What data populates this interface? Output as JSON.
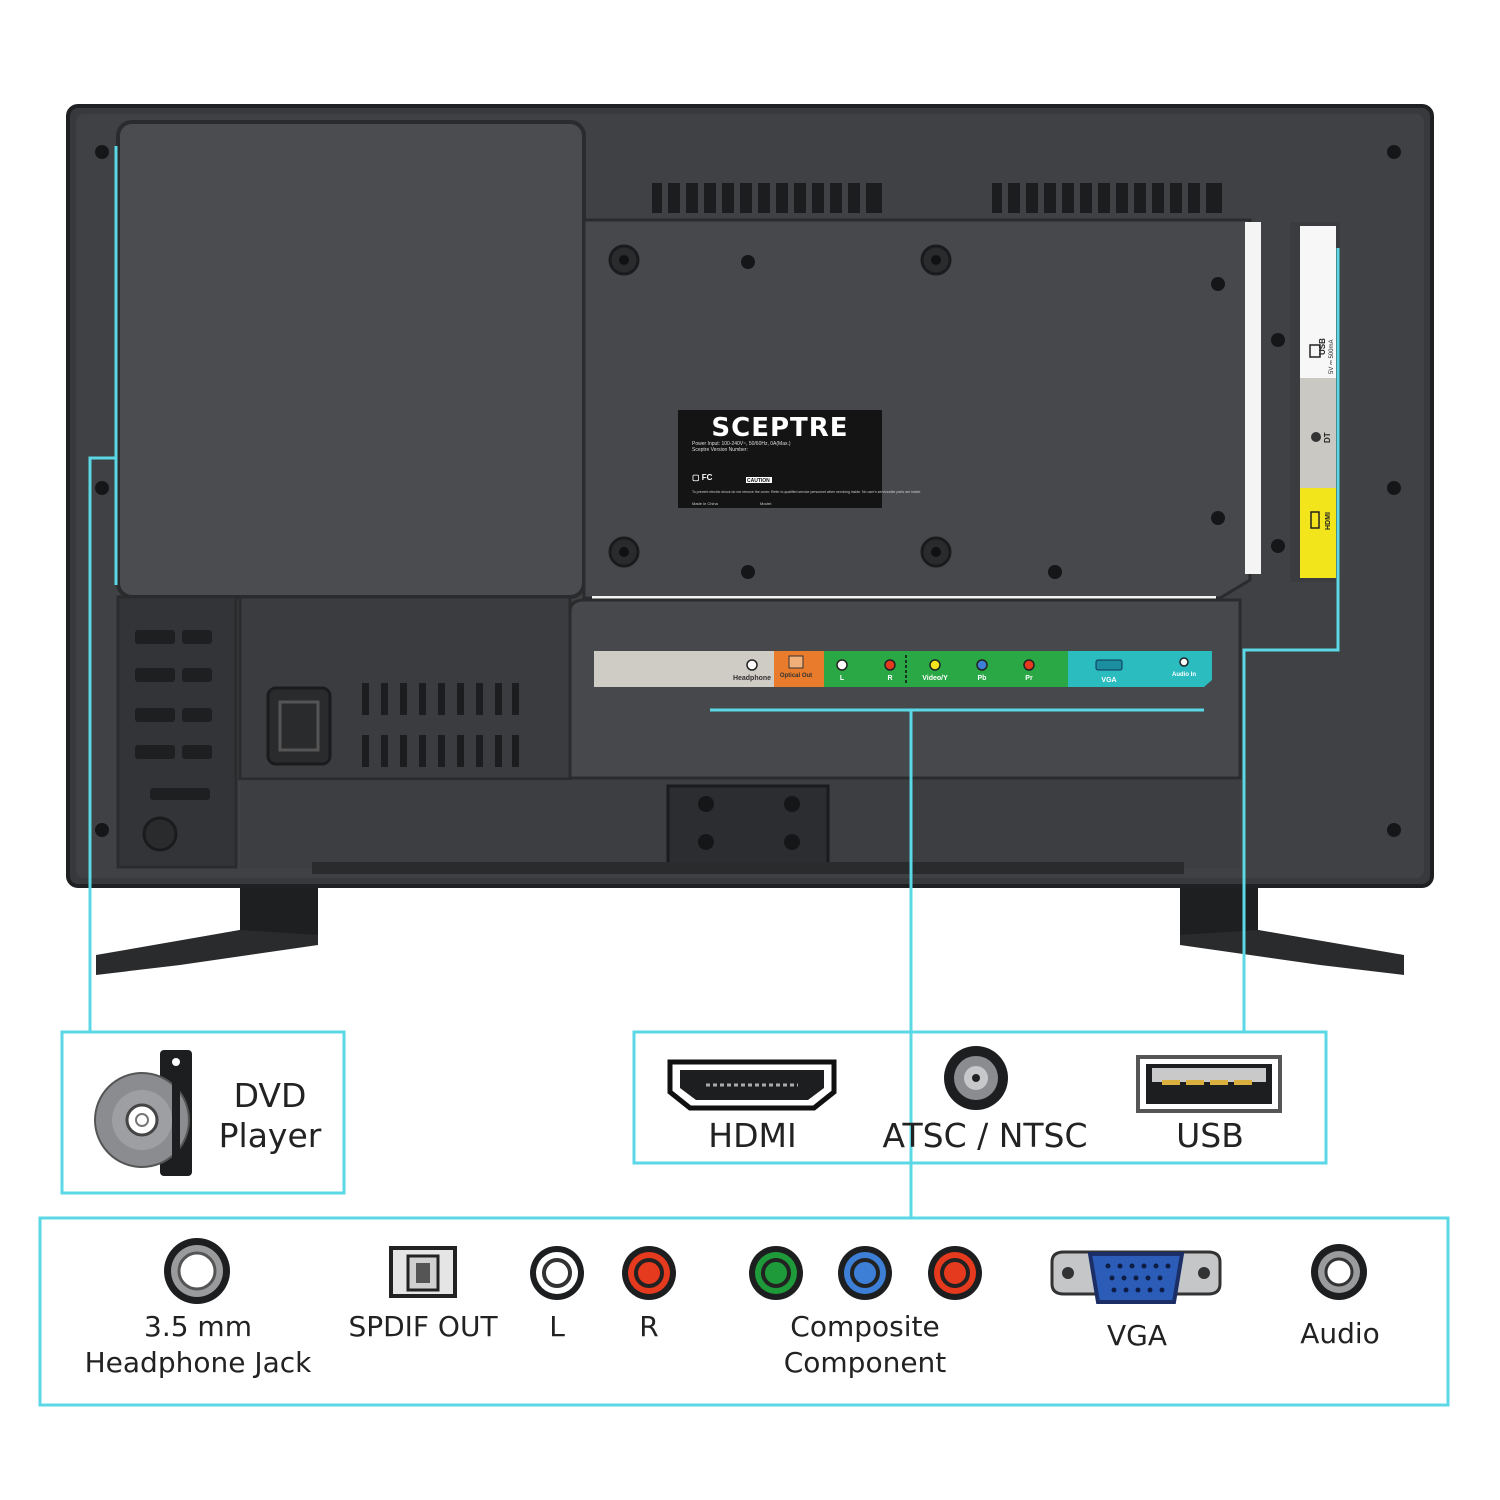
{
  "brand": "SCEPTRE",
  "label_plate": {
    "power_input": "Power Input: 100-240V~, 50/60Hz, 0A(Max.)",
    "version": "Sceptre Version Number:",
    "caution_title": "CAUTION",
    "caution_text": "To prevent electric shock do not remove the cover. Refer to qualified service personnel when servicing inside. No user's serviceable parts are inside.",
    "made_in": "Made in China",
    "model": "Model:"
  },
  "bottom_panel": {
    "headphone": "Headphone",
    "optical": "Optical Out",
    "l": "L",
    "r": "R",
    "video_y": "Video/Y",
    "pb": "Pb",
    "pr": "Pr",
    "vga": "VGA",
    "audio_in": "Audio In"
  },
  "side_panel": {
    "usb": "USB",
    "usb_rating": "5V ⎓ 500mA",
    "dt": "DT",
    "hdmi": "HDMI"
  },
  "callouts": {
    "dvd_line1": "DVD",
    "dvd_line2": "Player",
    "hdmi": "HDMI",
    "atsc": "ATSC / NTSC",
    "usb": "USB",
    "headphone_line1": "3.5 mm",
    "headphone_line2": "Headphone Jack",
    "spdif": "SPDIF OUT",
    "l": "L",
    "r": "R",
    "composite_line1": "Composite",
    "composite_line2": "Component",
    "vga": "VGA",
    "audio": "Audio"
  },
  "colors": {
    "callout_line": "#5ad8e6",
    "tv_body": "#3b3d40",
    "panel_green": "#2aa845",
    "panel_orange": "#e87b2c",
    "panel_teal": "#2bbcc0",
    "panel_yellow": "#f2e51b",
    "jack_red": "#e53a1d",
    "jack_green": "#1f9a3a",
    "jack_blue": "#3d7fd6"
  }
}
